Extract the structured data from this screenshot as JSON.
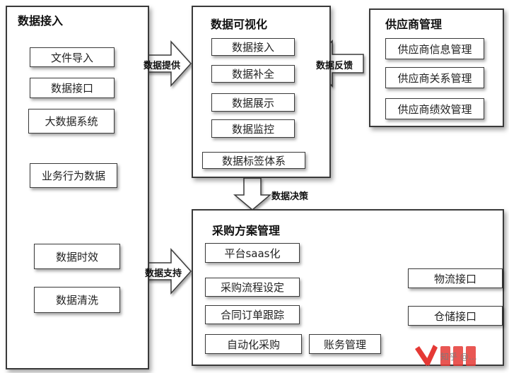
{
  "data_access": {
    "title": "数据接入",
    "items": [
      "文件导入",
      "数据接口",
      "大数据系统",
      "业务行为数据",
      "数据时效",
      "数据清洗"
    ]
  },
  "data_viz": {
    "title": "数据可视化",
    "items": [
      "数据接入",
      "数据补全",
      "数据展示",
      "数据监控",
      "数据标签体系"
    ]
  },
  "supplier": {
    "title": "供应商管理",
    "items": [
      "供应商信息管理",
      "供应商关系管理",
      "供应商绩效管理"
    ]
  },
  "procurement": {
    "title": "采购方案管理",
    "items": [
      "平台saas化",
      "采购流程设定",
      "合同订单跟踪",
      "自动化采购",
      "账务管理",
      "物流接口",
      "仓储接口"
    ]
  },
  "arrows": {
    "data_provide": "数据提供",
    "data_feedback": "数据反馈",
    "data_decision": "数据决策",
    "data_support": "数据支持"
  },
  "watermark": {
    "text": "知乎 @…",
    "colors": {
      "accent": "#e53935",
      "ink": "#7a7a7a"
    }
  }
}
